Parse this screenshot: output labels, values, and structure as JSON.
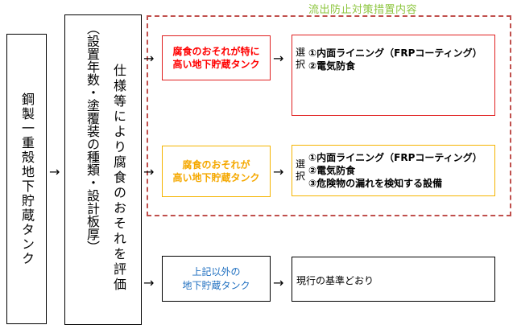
{
  "title": "流出防止対策措置内容",
  "left_box": "鋼製一重殻地下貯蔵タンク",
  "middle_box": "仕様等により腐食のおそれを評価",
  "criteria": "（設置年数・塗覆装の種類・設計板厚）",
  "arrow_glyph": "→",
  "categories": [
    {
      "label_line1": "腐食のおそれが特に",
      "label_line2": "高い地下貯蔵タンク",
      "select_line1": "選",
      "select_line2": "択",
      "measures": [
        "①内面ライニング（FRPコーティング）",
        "②電気防食"
      ]
    },
    {
      "label_line1": "腐食のおそれが",
      "label_line2": "高い地下貯蔵タンク",
      "select_line1": "選",
      "select_line2": "択",
      "measures": [
        "①内面ライニング（FRPコーティング）",
        "②電気防食",
        "③危険物の漏れを検知する設備"
      ]
    },
    {
      "label_line1": "上記以外の",
      "label_line2": "地下貯蔵タンク",
      "measures": [
        "現行の基準どおり"
      ]
    }
  ],
  "colors": {
    "cat1_border": "#e02020",
    "cat1_text": "#ff0000",
    "cat2_border": "#f5b400",
    "cat2_text": "#f5a800",
    "cat3_border": "#000000",
    "cat3_text": "#1f6fc0",
    "dashed_border": "#c0504d",
    "title_text": "#8dc63f"
  }
}
